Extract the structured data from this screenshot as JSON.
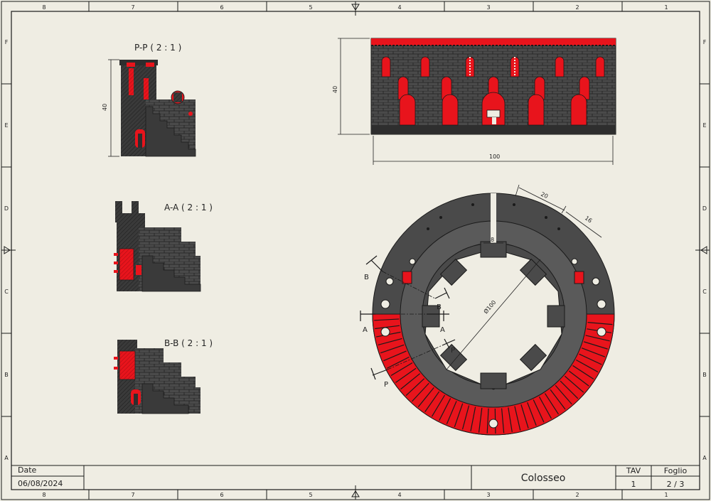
{
  "colors": {
    "paper": "#efede3",
    "ink": "#1a1a1a",
    "stone": "#4a4a4a",
    "stone_dark": "#2e2e2e",
    "accent_red": "#e8141c"
  },
  "border": {
    "col_labels": [
      "8",
      "7",
      "6",
      "5",
      "4",
      "3",
      "2",
      "1"
    ],
    "row_labels": [
      "F",
      "E",
      "D",
      "C",
      "B",
      "A"
    ]
  },
  "views": {
    "pp": {
      "title": "P-P ( 2 : 1 )",
      "dim_height": "40"
    },
    "aa": {
      "title": "A-A ( 2 : 1 )"
    },
    "bb": {
      "title": "B-B ( 2 : 1 )"
    },
    "front": {
      "dim_height": "40",
      "dim_width": "100"
    },
    "plan": {
      "dim_20": "20",
      "dim_16": "16",
      "dim_8": "8",
      "dim_dia": "Ø100",
      "sec_labels": [
        "B",
        "B",
        "A",
        "A",
        "P",
        "P"
      ]
    }
  },
  "title_block": {
    "date_label": "Date",
    "date_value": "06/08/2024",
    "title": "Colosseo",
    "tav_label": "TAV",
    "tav_value": "1",
    "foglio_label": "Foglio",
    "foglio_value": "2 / 3"
  }
}
